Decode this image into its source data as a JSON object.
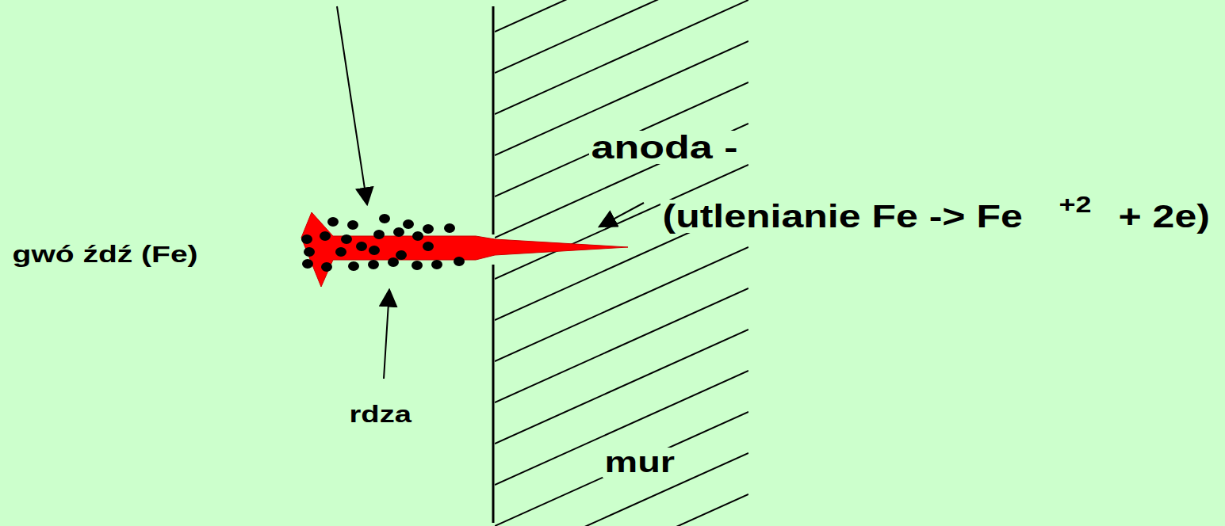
{
  "diagram": {
    "labels": [
      "gwó źdź (Fe)",
      "rdza",
      "anoda -",
      "(utlenianie Fe -> Fe",
      "+2",
      "+ 2e)",
      "mur"
    ]
  }
}
